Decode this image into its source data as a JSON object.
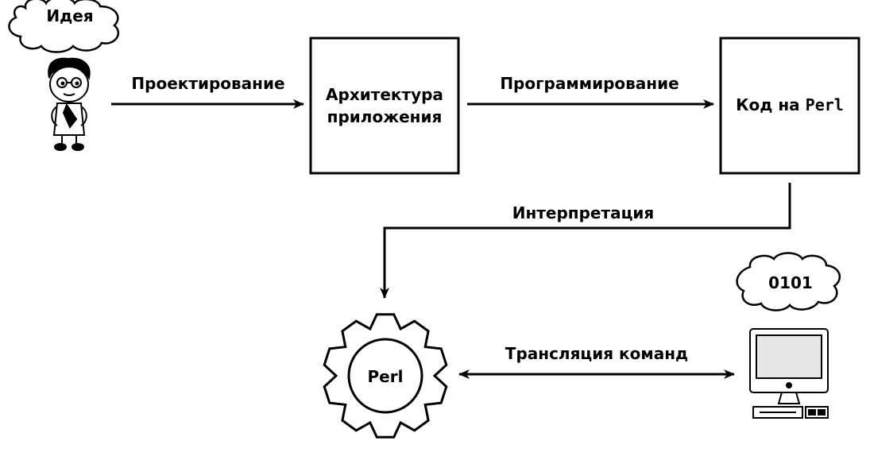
{
  "bubbles": {
    "idea": "Идея",
    "binary": "0101"
  },
  "steps": {
    "design": "Проектирование",
    "architecture_line1": "Архитектура",
    "architecture_line2": "приложения",
    "programming": "Программирование",
    "code_prefix": "Код на",
    "code_lang": "Perl",
    "interpretation": "Интерпретация",
    "engine": "Perl",
    "translation": "Трансляция команд"
  },
  "colors": {
    "ink": "#000000",
    "paper": "#ffffff",
    "screen": "#e6e6e6"
  }
}
